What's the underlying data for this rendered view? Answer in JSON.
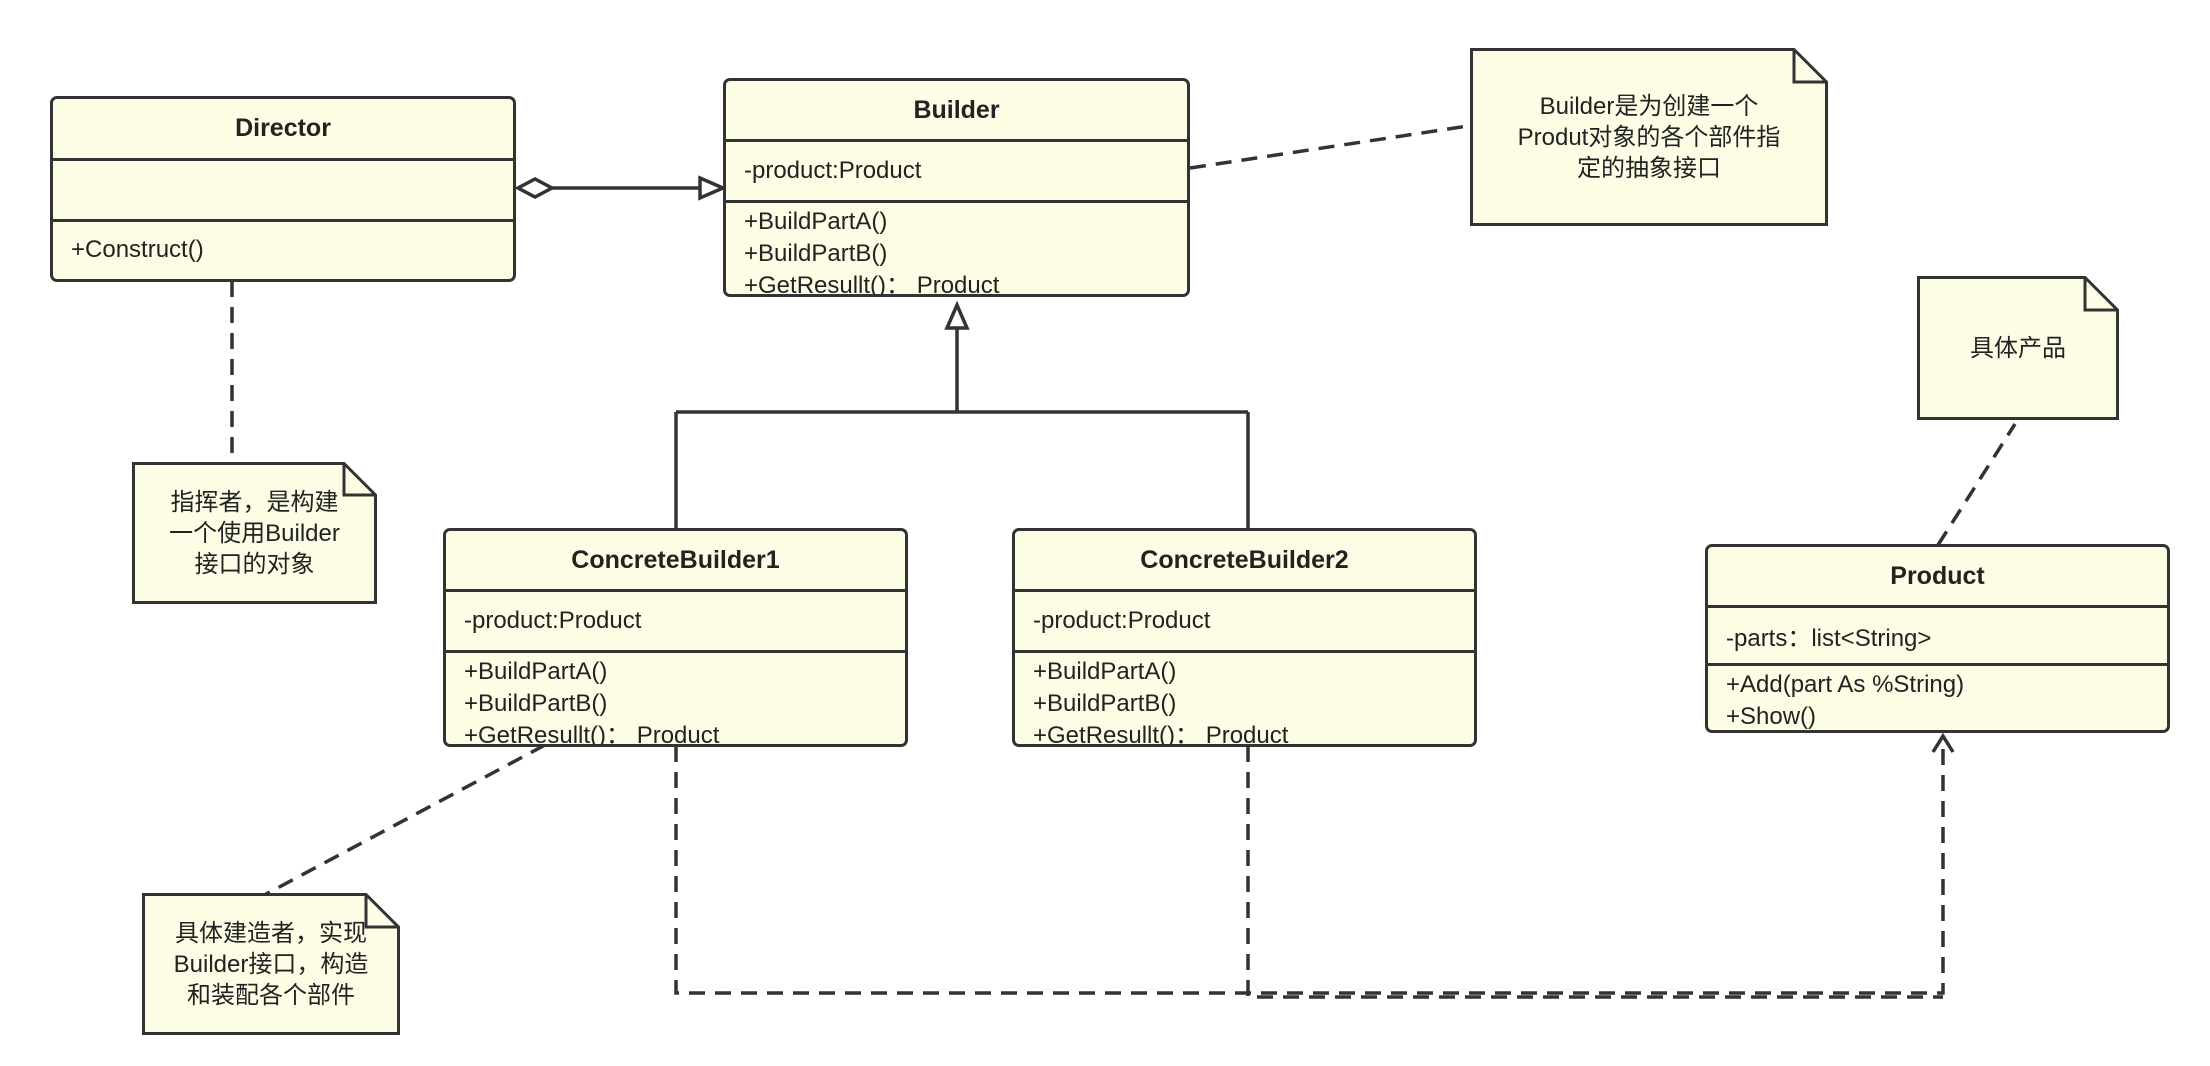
{
  "classes": {
    "director": {
      "name": "Director",
      "attributes": [],
      "operations": [
        "+Construct()"
      ]
    },
    "builder": {
      "name": "Builder",
      "attributes": [
        "-product:Product"
      ],
      "operations": [
        "+BuildPartA()",
        "+BuildPartB()",
        "+GetResullt()： Product"
      ]
    },
    "concrete_builder1": {
      "name": "ConcreteBuilder1",
      "attributes": [
        "-product:Product"
      ],
      "operations": [
        "+BuildPartA()",
        "+BuildPartB()",
        "+GetResullt()： Product"
      ]
    },
    "concrete_builder2": {
      "name": "ConcreteBuilder2",
      "attributes": [
        "-product:Product"
      ],
      "operations": [
        "+BuildPartA()",
        "+BuildPartB()",
        "+GetResullt()： Product"
      ]
    },
    "product": {
      "name": "Product",
      "attributes": [
        "-parts：list<String>"
      ],
      "operations": [
        "+Add(part As %String)",
        "+Show()"
      ]
    }
  },
  "notes": {
    "builder_note": [
      "Builder是为创建一个",
      "Produt对象的各个部件指",
      "定的抽象接口"
    ],
    "director_note": [
      "指挥者，是构建",
      "一个使用Builder",
      "接口的对象"
    ],
    "product_note": [
      "具体产品"
    ],
    "concrete_note": [
      "具体建造者，实现",
      "Builder接口，构造",
      "和装配各个部件"
    ]
  },
  "colors": {
    "fill": "#fdfde6",
    "stroke": "#333333",
    "background": "#ffffff"
  }
}
